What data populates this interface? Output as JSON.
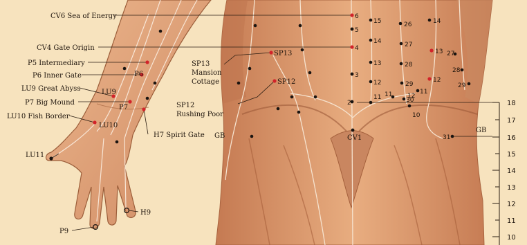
{
  "colors": {
    "background": "#f7e3be",
    "skin": "#e3a77c",
    "skin_shadow": "#b9704c",
    "meridian_line": "#f4dcc9",
    "point": "#1a1410",
    "red_point": "#d2232a",
    "leader": "#2a1d12"
  },
  "icons": {
    "point_marker": "filled-dot",
    "highlight_marker": "red-dot",
    "open_marker": "hollow-circle"
  },
  "left_labels": {
    "cv6": "CV6 Sea of Energy",
    "cv4": "CV4 Gate Origin",
    "p5": "P5 Intermediary",
    "p6": "P6 Inner Gate",
    "lu9": "LU9 Great Abyss",
    "p7": "P7 Big Mound",
    "lu10": "LU10 Fish Border",
    "lu11": "LU11",
    "p9": "P9",
    "h7": "H7 Spirit Gate",
    "h9": "H9"
  },
  "arm_points": {
    "lu9": "LU9",
    "p6": "P6",
    "p7": "P7",
    "lu10": "LU10"
  },
  "abdomen_labels": {
    "sp13_code": "SP13",
    "sp13_name_1": "Mansion",
    "sp13_name_2": "Cottage",
    "sp12_code": "SP12",
    "sp12_name": "Rushing Poor",
    "sp13_marker": "SP13",
    "sp12_marker": "SP12",
    "gb_left": "GB",
    "gb_right": "GB",
    "cv1": "CV1"
  },
  "cv_numbers": [
    "6",
    "5",
    "4",
    "3",
    "2"
  ],
  "kidney_numbers": [
    "15",
    "14",
    "13",
    "12",
    "11"
  ],
  "stomach_numbers": [
    "26",
    "27",
    "28",
    "29",
    "30"
  ],
  "spleen_numbers": [
    "14",
    "13",
    "12"
  ],
  "gb_numbers": [
    "27",
    "28",
    "29"
  ],
  "other_numbers": {
    "st_11": "11",
    "lr_12": "12",
    "lr_11": "11",
    "lr_10": "10",
    "gb_31": "31"
  },
  "scale_ticks": [
    "18",
    "17",
    "16",
    "15",
    "14",
    "13",
    "12",
    "11",
    "10"
  ]
}
